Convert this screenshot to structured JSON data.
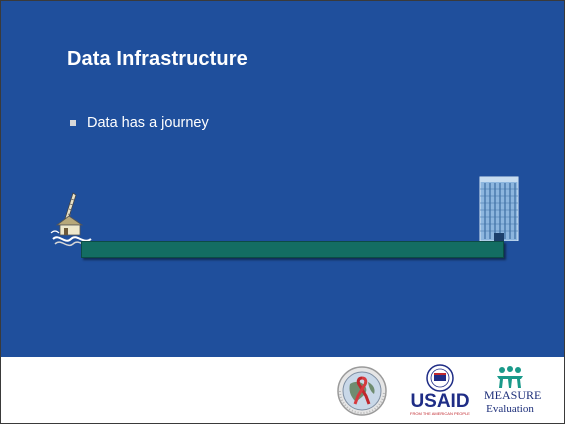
{
  "slide": {
    "title": "Data Infrastructure",
    "bullets": [
      "Data has a journey"
    ]
  },
  "illustration": {
    "left_icon": "village-health-post-icon",
    "right_icon": "office-tower-icon",
    "road_color": "#136d62"
  },
  "footer": {
    "logos": {
      "globe": "globe-ribbon-logo",
      "usaid_seal": "usaid-seal-icon",
      "usaid_word": "USAID",
      "usaid_tagline": "FROM THE AMERICAN PEOPLE",
      "measure_people": "measure-people-icon",
      "measure_word": "MEASURE",
      "measure_sub": "Evaluation"
    }
  },
  "colors": {
    "background": "#1f4f9c",
    "title": "#ffffff",
    "bullet": "#d8d8d8",
    "usaid_blue": "#1f2d86",
    "usaid_red": "#c0272d",
    "measure_teal": "#1a9a8a"
  }
}
